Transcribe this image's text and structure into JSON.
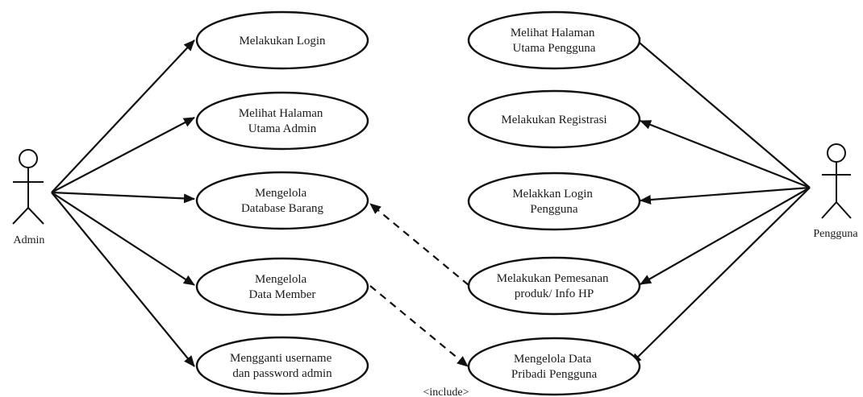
{
  "actors": {
    "admin": {
      "label": "Admin"
    },
    "pengguna": {
      "label": "Pengguna"
    }
  },
  "use_cases": {
    "login": {
      "lines": [
        "Melakukan Login"
      ]
    },
    "halaman_admin": {
      "lines": [
        "Melihat Halaman",
        "Utama Admin"
      ]
    },
    "db_barang": {
      "lines": [
        "Mengelola",
        "Database Barang"
      ]
    },
    "data_member": {
      "lines": [
        "Mengelola",
        "Data Member"
      ]
    },
    "ganti_password": {
      "lines": [
        "Mengganti username",
        "dan password admin"
      ]
    },
    "halaman_pengguna": {
      "lines": [
        "Melihat Halaman",
        "Utama Pengguna"
      ]
    },
    "registrasi": {
      "lines": [
        "Melakukan Registrasi"
      ]
    },
    "login_pengguna": {
      "lines": [
        "Melakkan Login",
        "Pengguna"
      ]
    },
    "pemesanan": {
      "lines": [
        "Melakukan Pemesanan",
        "produk/ Info HP"
      ]
    },
    "data_pribadi": {
      "lines": [
        "Mengelola Data",
        "Pribadi Pengguna"
      ]
    }
  },
  "relations": {
    "include_label": "<include>"
  },
  "colors": {
    "line": "#111111",
    "background": "#ffffff"
  }
}
